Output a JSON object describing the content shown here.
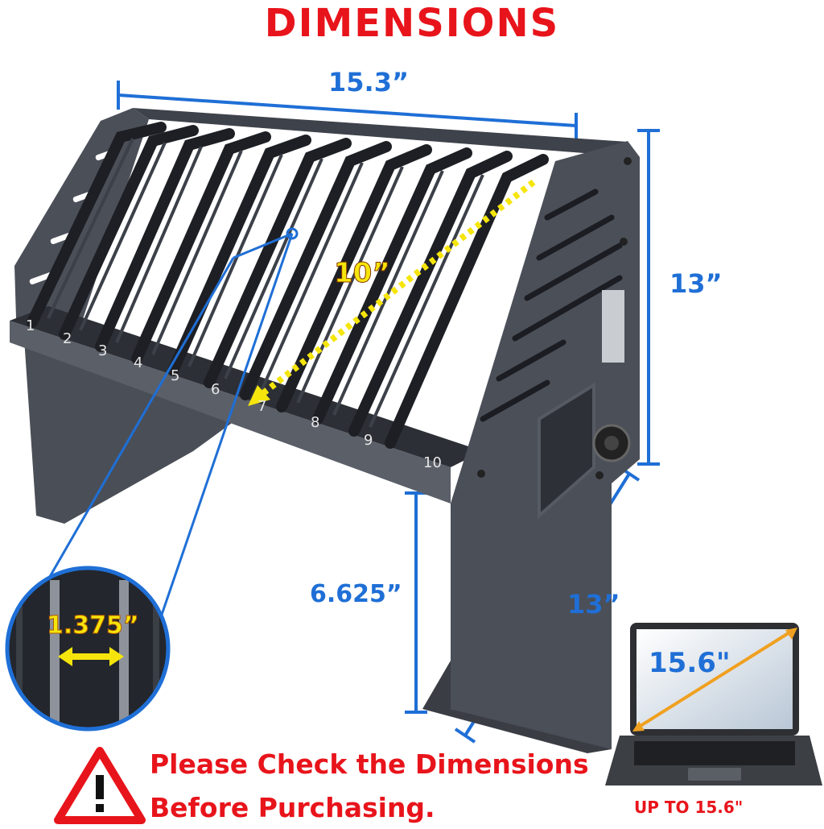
{
  "title": "DIMENSIONS",
  "dimensions": {
    "width": "15.3”",
    "height": "13”",
    "depth": "13”",
    "clearance": "6.625”",
    "slot_depth": "10”",
    "slot_spacing": "1.375”"
  },
  "slot_numbers": [
    "1",
    "2",
    "3",
    "4",
    "5",
    "6",
    "7",
    "8",
    "9",
    "10"
  ],
  "laptop": {
    "screen_size": "15.6\"",
    "caption": "UP TO 15.6\""
  },
  "warning": {
    "line1": "Please Check the Dimensions",
    "line2": "Before Purchasing."
  },
  "colors": {
    "title_red": "#e8141b",
    "dimension_blue": "#1f6fd6",
    "highlight_yellow": "#f5e50c",
    "orange_arrow": "#f0a020"
  }
}
